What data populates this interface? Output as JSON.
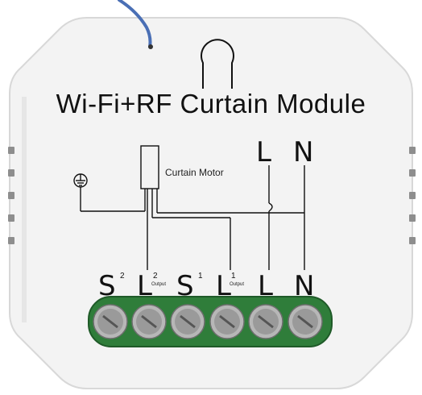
{
  "product": {
    "title": "Wi-Fi+RF Curtain Module",
    "motor_label": "Curtain Motor"
  },
  "top_terminals": [
    {
      "label": "L"
    },
    {
      "label": "N"
    }
  ],
  "bottom_terminals": [
    {
      "label": "S",
      "sup": "2",
      "sub": ""
    },
    {
      "label": "L",
      "sup": "2",
      "sub": "Output"
    },
    {
      "label": "S",
      "sup": "1",
      "sub": ""
    },
    {
      "label": "L",
      "sup": "1",
      "sub": "Output"
    },
    {
      "label": "L",
      "sup": "",
      "sub": ""
    },
    {
      "label": "N",
      "sup": "",
      "sub": ""
    }
  ],
  "colors": {
    "housing": "#f2f2f2",
    "terminal_block": "#2f7d3a",
    "screw": "#9a9a9a",
    "wire": "#4a6fb5",
    "ink": "#111111"
  }
}
